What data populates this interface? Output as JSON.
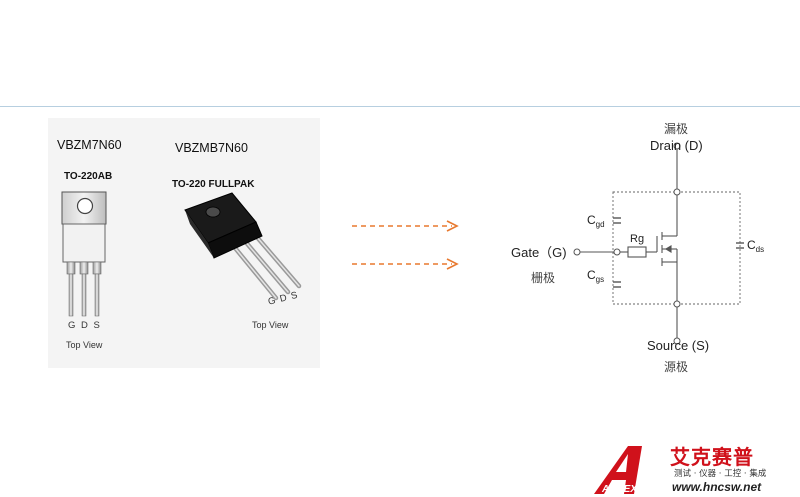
{
  "packages": {
    "left": {
      "part_number": "VBZM7N60",
      "package": "TO-220AB",
      "pins": "G D S",
      "view": "Top View"
    },
    "right": {
      "part_number": "VBZMB7N60",
      "package": "TO-220 FULLPAK",
      "pins": "G D S",
      "view": "Top View"
    }
  },
  "circuit": {
    "drain_cn": "漏极",
    "drain": "Drain (D)",
    "gate": "Gate（G)",
    "gate_cn": "栅极",
    "source": "Source (S)",
    "source_cn": "源极",
    "cgd": {
      "main": "C",
      "sub": "gd"
    },
    "cgs": {
      "main": "C",
      "sub": "gs"
    },
    "cds": {
      "main": "C",
      "sub": "ds"
    },
    "rg": "Rg"
  },
  "colors": {
    "arrow": "#e8792f",
    "circuit": "#555555",
    "capacitor_box": "#666666",
    "logo_red": "#d0111b",
    "rule": "#b7cfe0"
  },
  "logo": {
    "name_cn": "艾克赛普",
    "tagline": "测试 · 仪器 · 工控 · 集成",
    "url": "www.hncsw.net",
    "mark_text": "ACCEXP"
  }
}
